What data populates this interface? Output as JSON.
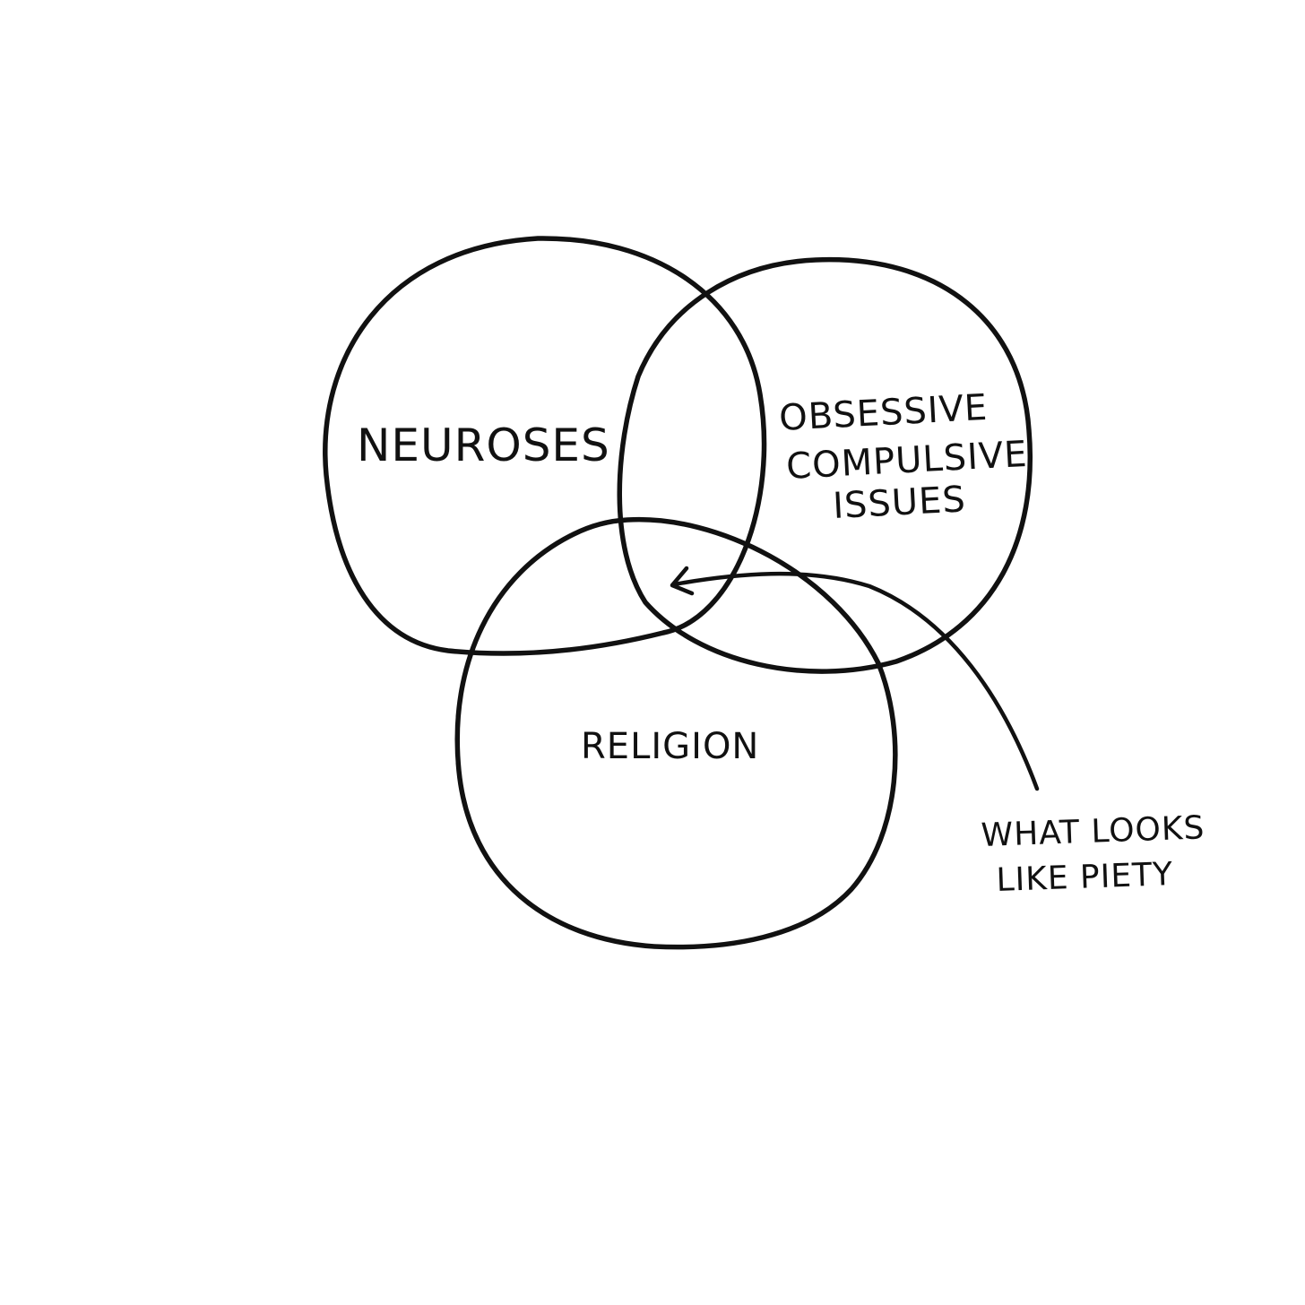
{
  "diagram": {
    "type": "venn",
    "sets": [
      {
        "id": "neuroses",
        "label": [
          "NEUROSES"
        ]
      },
      {
        "id": "obsessive",
        "label": [
          "OBSESSIVE",
          "COMPULSIVE",
          "ISSUES"
        ]
      },
      {
        "id": "religion",
        "label": [
          "RELIGION"
        ]
      }
    ],
    "annotation": {
      "points_to": "intersection of all three sets",
      "label": [
        "WHAT LOOKS",
        "LIKE PIETY"
      ]
    },
    "colors": {
      "ink": "#111111",
      "background": "#ffffff"
    }
  }
}
